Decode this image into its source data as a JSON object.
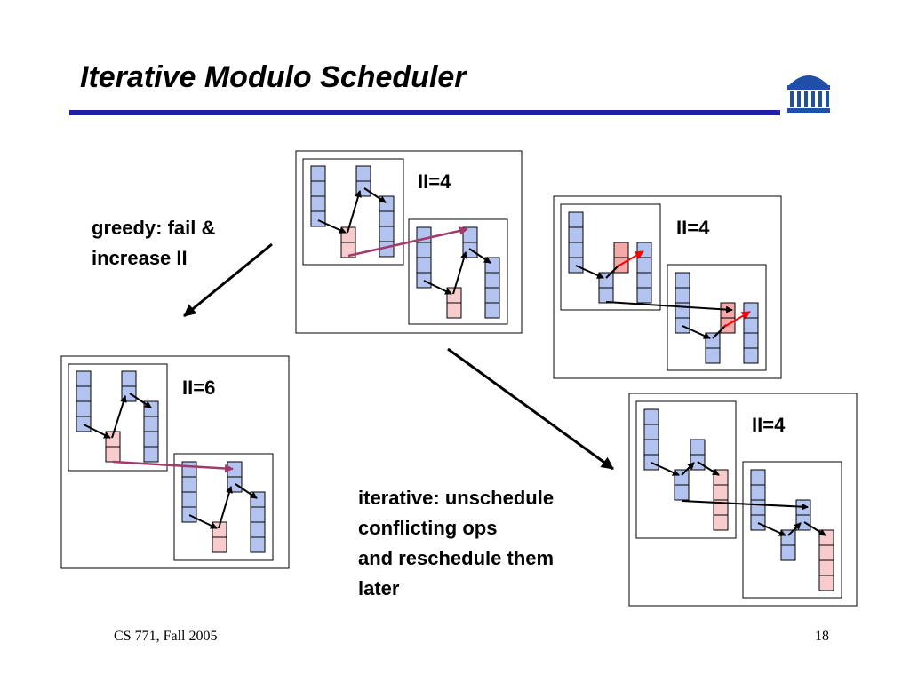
{
  "slide": {
    "title": "Iterative Modulo Scheduler",
    "footer_left": "CS 771, Fall 2005",
    "page_number": "18"
  },
  "annotations": {
    "greedy": [
      "greedy: fail &",
      "increase II"
    ],
    "iterative": [
      "iterative: unschedule",
      "conflicting ops",
      "and reschedule them",
      "later"
    ]
  },
  "panels": {
    "top_center": {
      "label": "II=4"
    },
    "bottom_left": {
      "label": "II=6"
    },
    "right_upper": {
      "label": "II=4"
    },
    "right_lower": {
      "label": "II=4"
    }
  },
  "colors": {
    "rule": "#1f1fa8",
    "cell_blue": "#b3c3f0",
    "cell_pink": "#f8cccc",
    "cell_pink_dark": "#f4a8a8",
    "conflict_arrow": "#a23a6a",
    "red_arrow": "#ff0000"
  }
}
